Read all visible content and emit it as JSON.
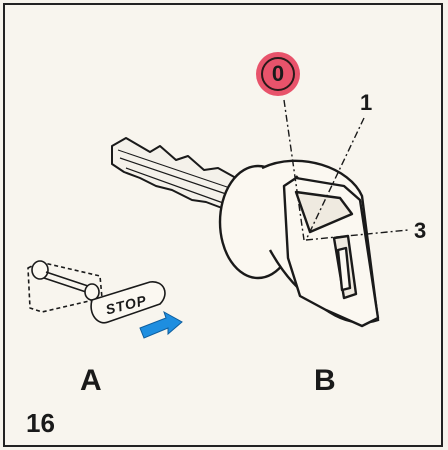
{
  "labels": {
    "position_zero": "0",
    "position_one": "1",
    "position_three": "3",
    "view_a": "A",
    "view_b": "B",
    "figure_number": "16",
    "stop_button_text": "STOP"
  },
  "colors": {
    "badge_red": "#e8536b",
    "arrow_blue": "#1e8ee0"
  },
  "icons": {
    "arrow": "pull-arrow-icon"
  }
}
